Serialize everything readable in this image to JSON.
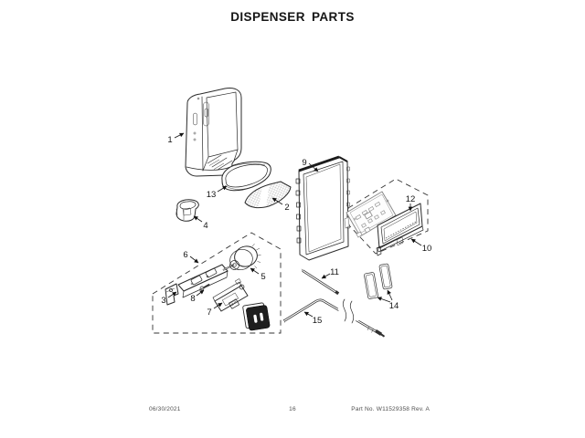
{
  "title": "DISPENSER PARTS",
  "footer": {
    "date": "06/30/2021",
    "page": "16",
    "part_info": "Part No. W11529358  Rev. A"
  },
  "diagram": {
    "callouts": [
      {
        "num": "1"
      },
      {
        "num": "2"
      },
      {
        "num": "3"
      },
      {
        "num": "4"
      },
      {
        "num": "5"
      },
      {
        "num": "6"
      },
      {
        "num": "7"
      },
      {
        "num": "8"
      },
      {
        "num": "9"
      },
      {
        "num": "10"
      },
      {
        "num": "11"
      },
      {
        "num": "12"
      },
      {
        "num": "13"
      },
      {
        "num": "14"
      },
      {
        "num": "15"
      }
    ]
  }
}
